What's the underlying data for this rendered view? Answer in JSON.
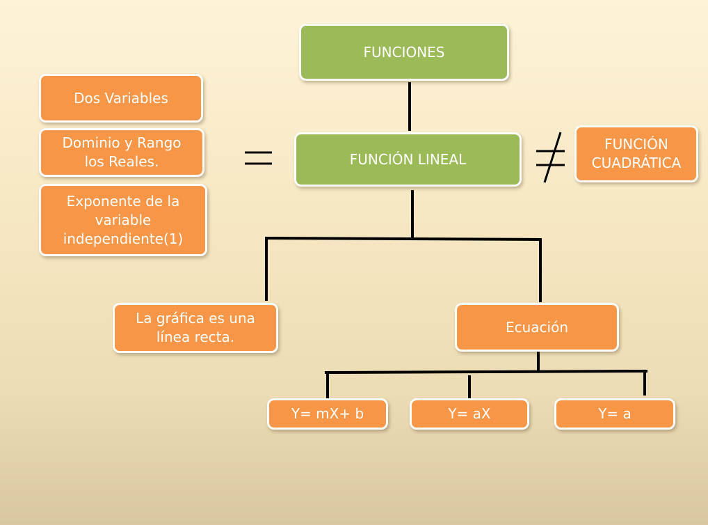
{
  "nodes": {
    "funciones": "FUNCIONES",
    "funcion_lineal": "FUNCIÓN LINEAL",
    "funcion_cuadratica": "FUNCIÓN\nCUADRÁTICA",
    "dos_variables": "Dos Variables",
    "dominio_rango": "Dominio y Rango\nlos Reales.",
    "exponente": "Exponente de la\nvariable\nindependiente(1)",
    "grafica": "La gráfica es una\nlínea recta.",
    "ecuacion": "Ecuación",
    "eq_general": "Y= mX+ b",
    "eq_proporcional": "Y= aX",
    "eq_constante": "Y= a"
  },
  "colors": {
    "green": "#9bbb59",
    "orange": "#f79646",
    "line": "#000000"
  }
}
